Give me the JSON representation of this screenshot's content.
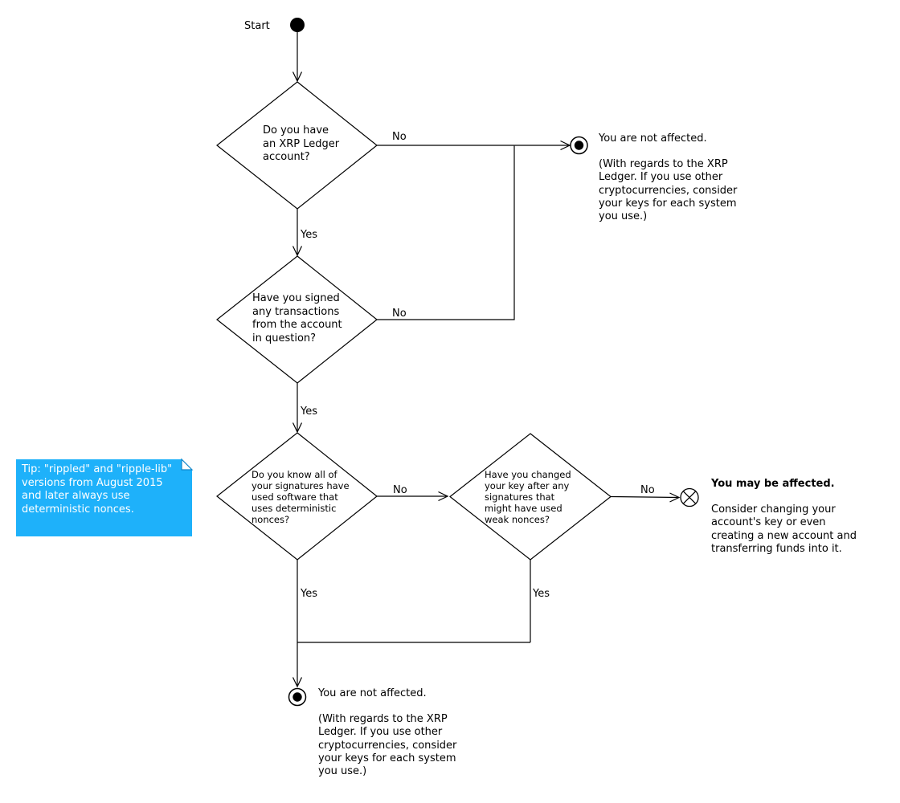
{
  "colors": {
    "line": "#000000",
    "node_fill": "#ffffff",
    "tip_bg": "#1eb1fa",
    "tip_fold_stroke": "#1186c9",
    "tip_text": "#ffffff"
  },
  "start": {
    "label": "Start"
  },
  "decisions": [
    {
      "lines": [
        "Do you have",
        "an XRP Ledger",
        "account?"
      ]
    },
    {
      "lines": [
        "Have you signed",
        "any transactions",
        "from the account",
        "in question?"
      ]
    },
    {
      "lines": [
        "Do you know all of",
        "your signatures have",
        "used software that",
        "uses deterministic",
        "nonces?"
      ]
    },
    {
      "lines": [
        "Have you changed",
        "your key after any",
        "signatures that",
        "might have used",
        "weak nonces?"
      ]
    }
  ],
  "edge_labels": {
    "d1_no": "No",
    "d1_yes": "Yes",
    "d2_no": "No",
    "d2_yes": "Yes",
    "d3_no": "No",
    "d3_yes": "Yes",
    "d4_no": "No",
    "d4_yes": "Yes"
  },
  "outcomes": {
    "not_affected_top": {
      "title": "You are not affected.",
      "note": [
        "(With regards to the XRP",
        "Ledger. If you use other",
        "cryptocurrencies, consider",
        "your keys for each system",
        "you use.)"
      ]
    },
    "may_be_affected": {
      "title": "You may be affected.",
      "note": [
        "Consider changing your",
        "account's key or even",
        "creating a new account and",
        "transferring funds into it."
      ]
    },
    "not_affected_bottom": {
      "title": "You are not affected.",
      "note": [
        "(With regards to the XRP",
        "Ledger. If you use other",
        "cryptocurrencies, consider",
        "your keys for each system",
        "you use.)"
      ]
    }
  },
  "tip": {
    "lines": [
      "Tip: \"rippled\" and \"ripple-lib\"",
      "versions from August 2015",
      "and later always use",
      "deterministic nonces."
    ]
  }
}
